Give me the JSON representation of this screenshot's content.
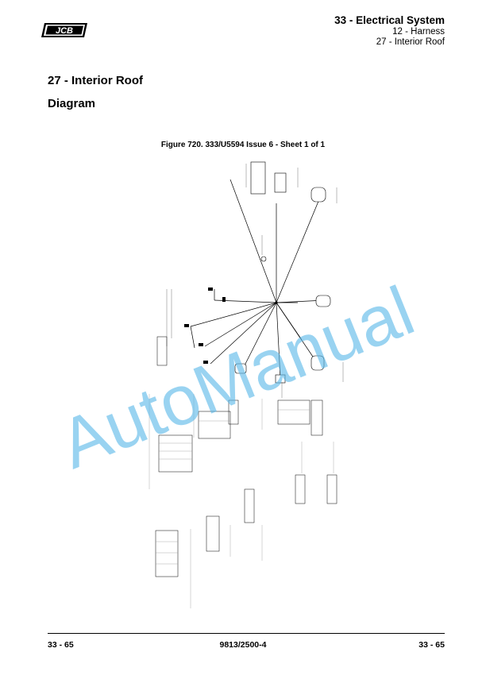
{
  "header": {
    "logo_text": "JCB",
    "section": "33 - Electrical System",
    "subsection": "12 - Harness",
    "topic": "27 - Interior Roof"
  },
  "page": {
    "title": "27 - Interior Roof",
    "subtitle": "Diagram",
    "figure_caption": "Figure 720. 333/U5594 Issue 6 - Sheet 1 of 1"
  },
  "watermark": {
    "text": "AutoManual",
    "color": "#5bb8e8"
  },
  "footer": {
    "left": "33 - 65",
    "center": "9813/2500-4",
    "right": "33 - 65"
  }
}
